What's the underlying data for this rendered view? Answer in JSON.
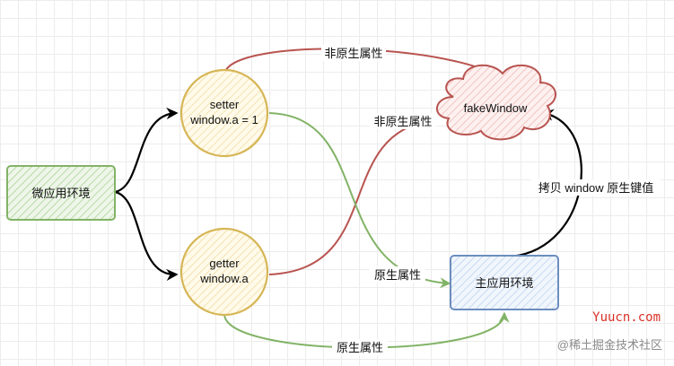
{
  "nodes": {
    "micro_env": "微应用环境",
    "setter_line1": "setter",
    "setter_line2": "window.a = 1",
    "getter_line1": "getter",
    "getter_line2": "window.a",
    "fake_window": "fakeWindow",
    "main_env": "主应用环境"
  },
  "edges": {
    "top_non_native": "非原生属性",
    "cross_non_native": "非原生属性",
    "cross_native": "原生属性",
    "bottom_native": "原生属性",
    "copy_keys": "拷贝 window 原生键值"
  },
  "watermarks": {
    "site": "Yuucn.com",
    "community": "@稀土掘金技术社区"
  },
  "colors": {
    "green_stroke": "#82b366",
    "green_fill": "#d5e8d4",
    "yellow_stroke": "#d6b656",
    "yellow_fill": "#fff2cc",
    "red_stroke": "#b85450",
    "red_fill": "#f8cecc",
    "blue_stroke": "#6c8ebf",
    "blue_fill": "#dae8fc"
  }
}
